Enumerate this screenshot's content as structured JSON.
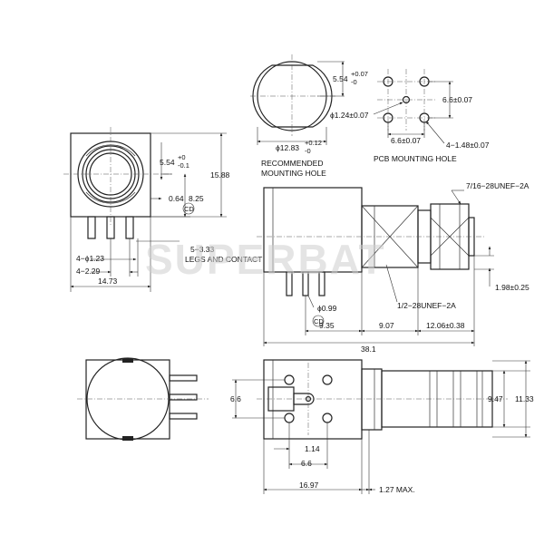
{
  "watermark": "SUPERBAT",
  "front_view": {
    "d_5_54": "5.54",
    "d_5_54_tol_up": "+0",
    "d_5_54_tol_dn": "-0.1",
    "d_15_88": "15.88",
    "d_0_64": "0.64",
    "d_8_25": "8.25",
    "datum_cd": "CD",
    "d_4_1_23": "4−ϕ1.23",
    "d_4_2_29": "4−2.29",
    "d_14_73": "14.73",
    "legs_line1": "5−3.33",
    "legs_line2": "LEGS AND CONTACT"
  },
  "mount_hole": {
    "d_5_54": "5.54",
    "tol_up": "+0.07",
    "tol_dn": "-0",
    "d_12_83": "ϕ12.83",
    "d_12_83_tol_up": "+0.12",
    "d_12_83_tol_dn": "-0",
    "label_1": "RECOMMENDED",
    "label_2": "MOUNTING HOLE"
  },
  "pcb_hole": {
    "d_6_6_v": "6.6±0.07",
    "d_1_24": "ϕ1.24±0.07",
    "d_6_6_h": "6.6±0.07",
    "d_4_1_48": "4−1.48±0.07",
    "label": "PCB MOUNTING HOLE"
  },
  "side_view": {
    "thread_top": "7/16−28UNEF−2A",
    "d_0_99": "ϕ0.99",
    "thread_bot": "1/2−28UNEF−2A",
    "d_1_98": "1.98±0.25",
    "datum_cd": "CD",
    "d_9_35": "9.35",
    "d_9_07": "9.07",
    "d_12_06": "12.06±0.38",
    "d_38_1": "38.1"
  },
  "bottom_view": {
    "d_6_6": "6.6",
    "d_1_14": "1.14",
    "d_6_6_h": "6.6",
    "d_9_47": "9.47",
    "d_11_33": "11.33",
    "d_16_97": "16.97",
    "d_1_27": "1.27 MAX."
  }
}
